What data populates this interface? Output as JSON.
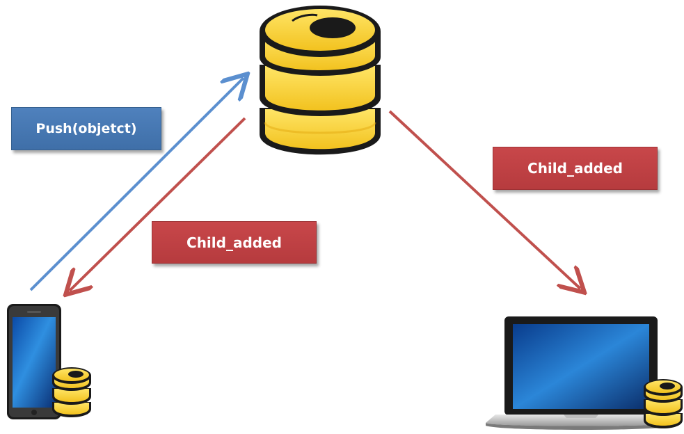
{
  "labels": {
    "push": "Push(objetct)",
    "child_added_left": "Child_added",
    "child_added_right": "Child_added"
  },
  "colors": {
    "push_arrow": "#5b8fcf",
    "child_arrow": "#c0504d",
    "database_fill": "#f5d53a",
    "database_outline": "#1a1a1a"
  },
  "icons": {
    "server": "database-icon",
    "phone": "smartphone-icon",
    "laptop": "laptop-icon",
    "phone_db": "database-icon",
    "laptop_db": "database-icon"
  }
}
